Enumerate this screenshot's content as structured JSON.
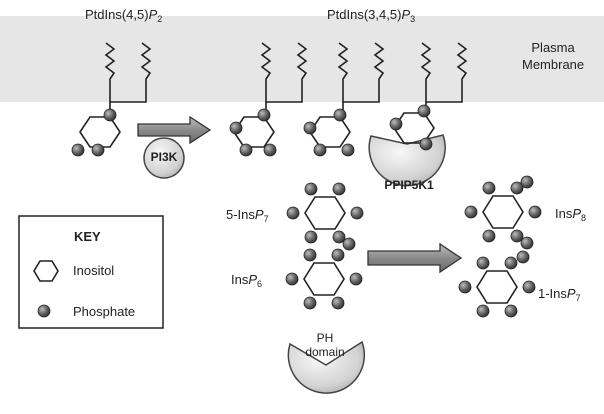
{
  "labels": {
    "pip2_name": "PtdIns(4,5)",
    "pip2_P": "P",
    "pip2_sub": "2",
    "pip3_name": "PtdIns(3,4,5)",
    "pip3_P": "P",
    "pip3_sub": "3",
    "membrane_line1": "Plasma",
    "membrane_line2": "Membrane",
    "ip7_5_pre": "5-Ins",
    "ip7_5_P": "P",
    "ip7_5_sub": "7",
    "ip6_pre": "Ins",
    "ip6_P": "P",
    "ip6_sub": "6",
    "ip8_pre": "Ins",
    "ip8_P": "P",
    "ip8_sub": "8",
    "ip7_1_pre": "1-Ins",
    "ip7_1_P": "P",
    "ip7_1_sub": "7"
  },
  "enzymes": {
    "pi3k": "PI3K",
    "ppip5k1": "PPIP5K1",
    "ph_line1": "PH",
    "ph_line2": "domain"
  },
  "key": {
    "title": "KEY",
    "inositol": "Inositol",
    "phosphate": "Phosphate"
  },
  "colors": {
    "membrane": "#e6e6e6",
    "phosphate": "#555555",
    "enzyme_fill": "#dcdcdc",
    "arrow": "#888888"
  }
}
